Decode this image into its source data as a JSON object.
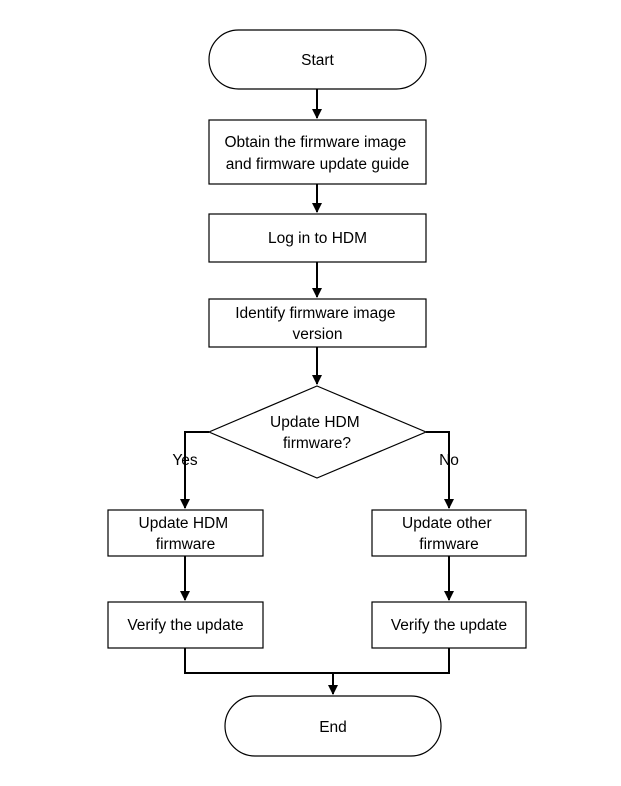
{
  "nodes": {
    "start": {
      "lines": [
        "Start"
      ]
    },
    "obtain": {
      "lines": [
        "Obtain the firmware image",
        "and firmware update guide"
      ]
    },
    "login": {
      "lines": [
        "Log in to HDM"
      ]
    },
    "identify": {
      "lines": [
        "Identify firmware image",
        "version"
      ]
    },
    "decision": {
      "lines": [
        "Update HDM",
        "firmware?"
      ]
    },
    "update_hdm": {
      "lines": [
        "Update HDM",
        "firmware"
      ]
    },
    "update_other": {
      "lines": [
        "Update other",
        "firmware"
      ]
    },
    "verify_left": {
      "lines": [
        "Verify the update"
      ]
    },
    "verify_right": {
      "lines": [
        "Verify the update"
      ]
    },
    "end": {
      "lines": [
        "End"
      ]
    }
  },
  "branches": {
    "yes": "Yes",
    "no": "No"
  },
  "colors": {
    "stroke": "#000000",
    "fill": "#ffffff",
    "text": "#000000"
  }
}
